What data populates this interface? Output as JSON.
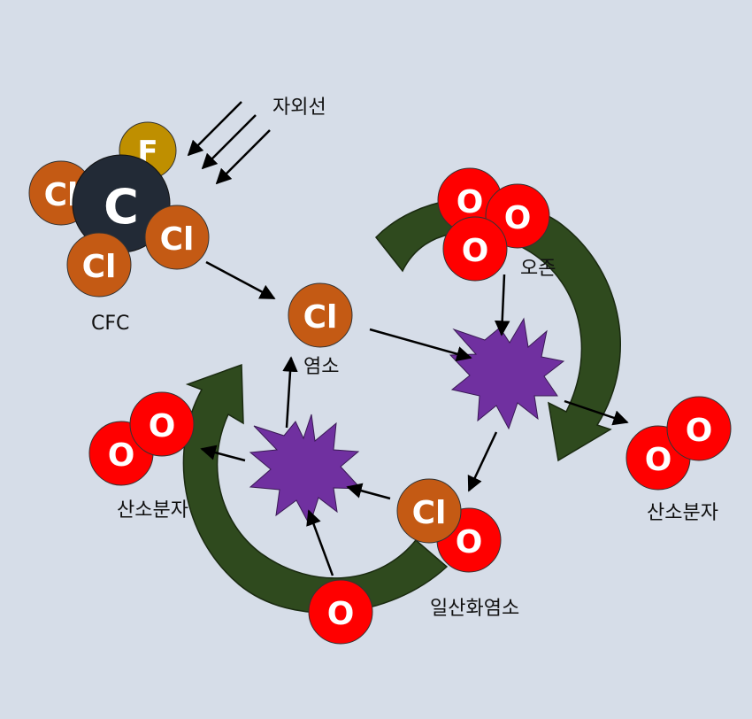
{
  "labels": {
    "uv": "자외선",
    "cfc": "CFC",
    "chlorine": "염소",
    "ozone": "오존",
    "oxygen_molecule_right": "산소분자",
    "oxygen_molecule_left": "산소분자",
    "chlorine_monoxide": "일산화염소"
  },
  "atoms": {
    "fluorine": "F",
    "carbon": "C",
    "chlorine": "Cl",
    "oxygen": "O"
  },
  "colors": {
    "background": "#d6dde8",
    "carbon": "#222a36",
    "chlorine": "#c45a14",
    "fluorine": "#bf8f00",
    "oxygen": "#ff0000",
    "reaction_star": "#7030a0",
    "cycle_arrow": "#2f4a1e"
  }
}
